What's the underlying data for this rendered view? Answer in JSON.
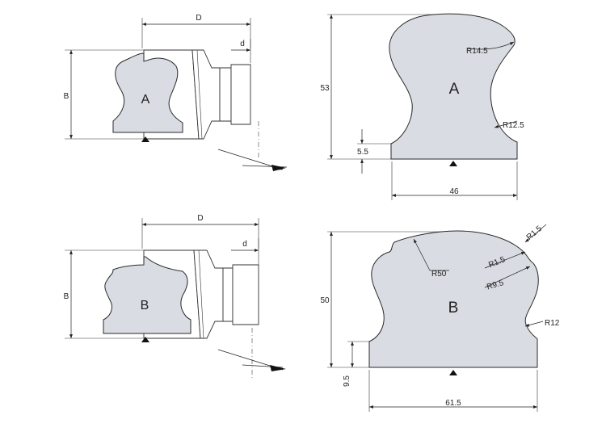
{
  "panels": {
    "topLeft": {
      "profile_label": "A",
      "dim_D": "D",
      "dim_d": "d",
      "dim_B": "B"
    },
    "bottomLeft": {
      "profile_label": "B",
      "dim_D": "D",
      "dim_d": "d",
      "dim_B": "B"
    },
    "topRight": {
      "profile_label": "A",
      "height": "53",
      "base_height": "5.5",
      "width": "46",
      "radius_top": "R14.5",
      "radius_side": "R12.5"
    },
    "bottomRight": {
      "profile_label": "B",
      "height": "50",
      "base_height": "9.5",
      "width": "61.5",
      "radius_top": "R50",
      "radius_small_a": "R1.5",
      "radius_small_b": "R1.5",
      "radius_mid": "R9.5",
      "radius_side": "R12"
    }
  }
}
